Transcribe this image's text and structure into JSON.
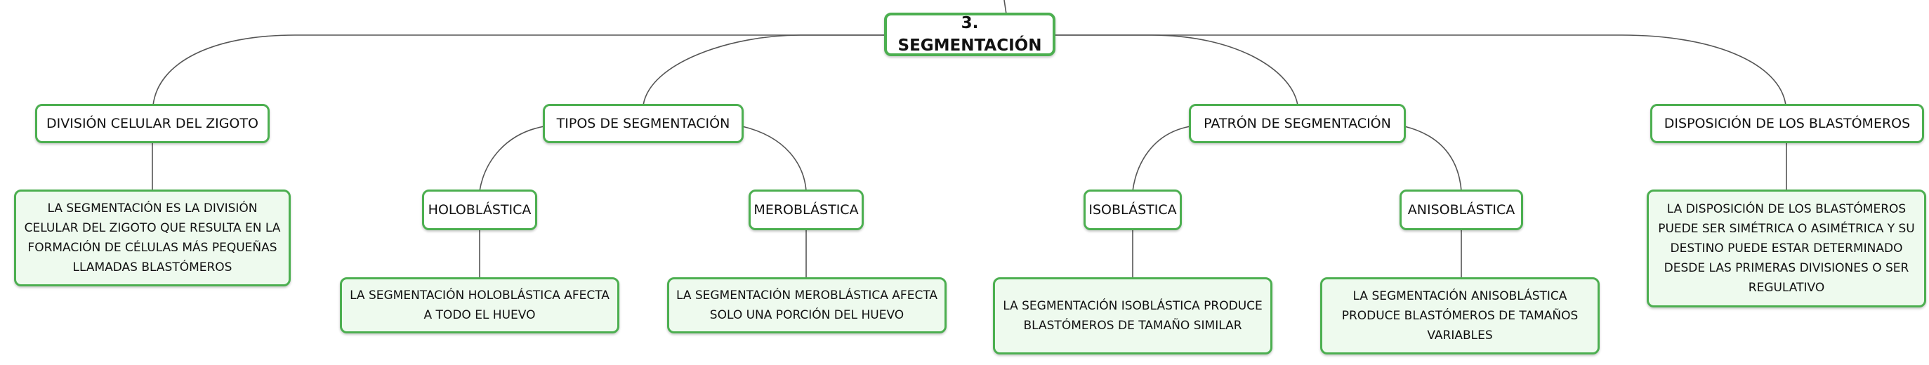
{
  "root": {
    "label": "3. SEGMENTACIÓN"
  },
  "branches": [
    {
      "label": "DIVISIÓN CELULAR DEL ZIGOTO",
      "description": "LA SEGMENTACIÓN ES LA DIVISIÓN CELULAR DEL ZIGOTO QUE RESULTA EN LA FORMACIÓN DE CÉLULAS MÁS PEQUEÑAS LLAMADAS BLASTÓMEROS"
    },
    {
      "label": "TIPOS DE SEGMENTACIÓN",
      "children": [
        {
          "label": "HOLOBLÁSTICA",
          "description": "LA SEGMENTACIÓN HOLOBLÁSTICA AFECTA A TODO EL HUEVO"
        },
        {
          "label": "MEROBLÁSTICA",
          "description": "LA SEGMENTACIÓN MEROBLÁSTICA AFECTA SOLO UNA PORCIÓN DEL HUEVO"
        }
      ]
    },
    {
      "label": "PATRÓN DE SEGMENTACIÓN",
      "children": [
        {
          "label": "ISOBLÁSTICA",
          "description": "LA SEGMENTACIÓN ISOBLÁSTICA PRODUCE BLASTÓMEROS DE TAMAÑO SIMILAR"
        },
        {
          "label": "ANISOBLÁSTICA",
          "description": "LA SEGMENTACIÓN ANISOBLÁSTICA PRODUCE BLASTÓMEROS DE TAMAÑOS VARIABLES"
        }
      ]
    },
    {
      "label": "DISPOSICIÓN DE LOS BLASTÓMEROS",
      "description": "LA DISPOSICIÓN DE LOS BLASTÓMEROS PUEDE SER SIMÉTRICA O ASIMÉTRICA Y SU DESTINO PUEDE ESTAR DETERMINADO DESDE LAS PRIMERAS DIVISIONES O SER REGULATIVO"
    }
  ],
  "colors": {
    "border": "#4caf50",
    "description_fill": "#eefaee",
    "connector": "#555555"
  }
}
